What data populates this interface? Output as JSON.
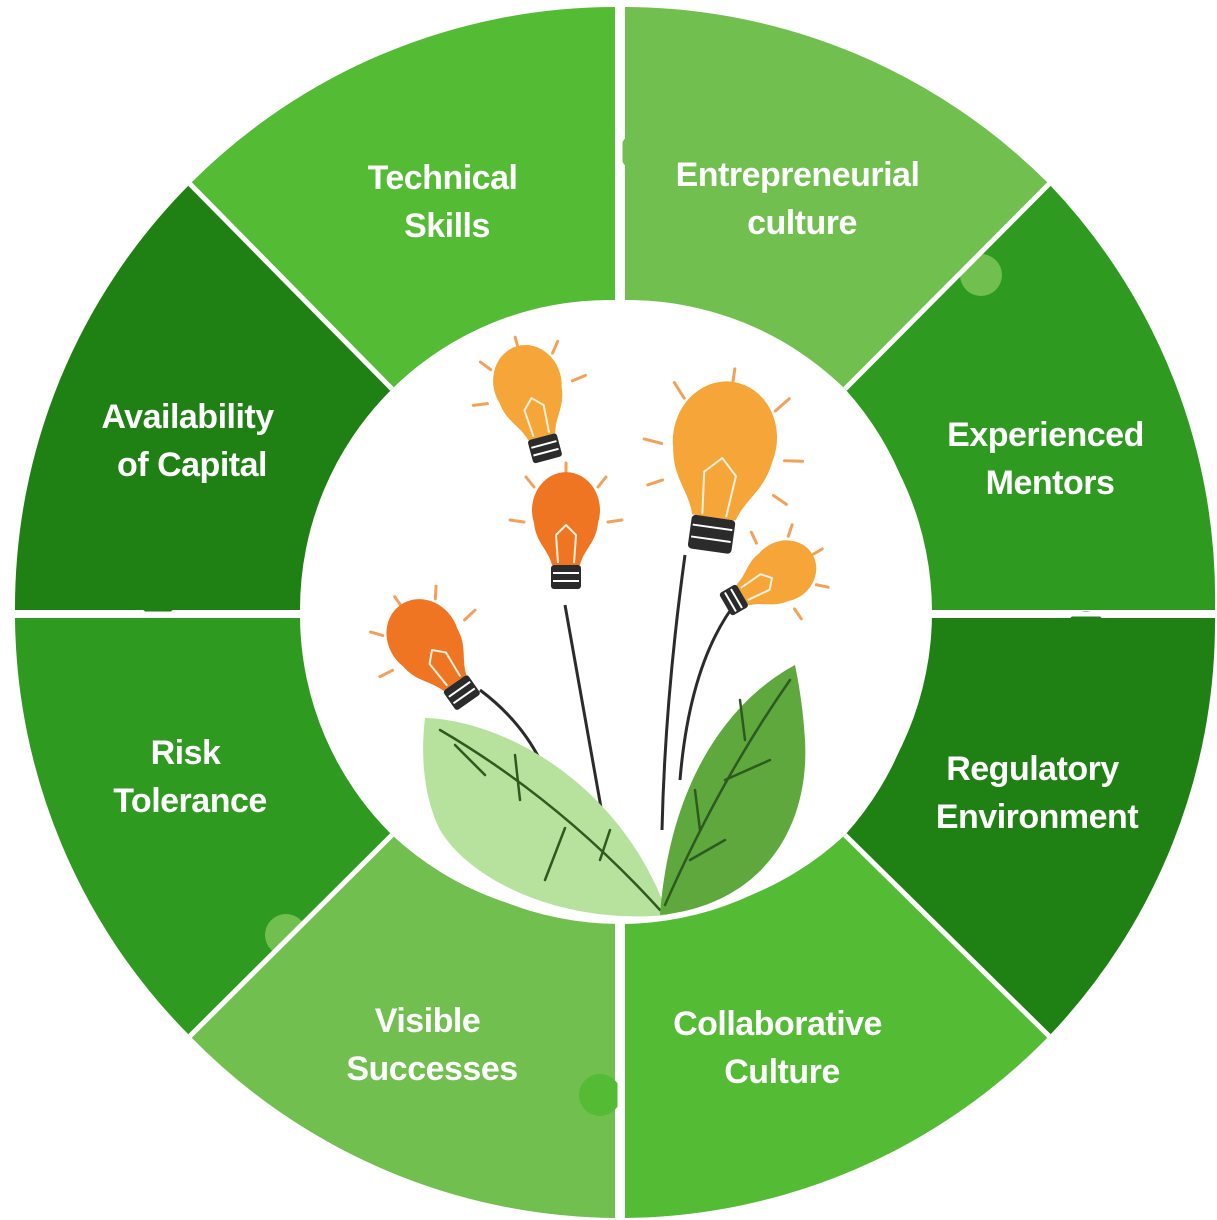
{
  "segments": [
    {
      "id": "technical-skills",
      "line1": "Technical",
      "line2": "Skills",
      "color": "#54bb35"
    },
    {
      "id": "entrepreneurial-culture",
      "line1": "Entrepreneurial",
      "line2": "culture",
      "color": "#70bf4f"
    },
    {
      "id": "experienced-mentors",
      "line1": "Experienced",
      "line2": "Mentors",
      "color": "#2e9a1f"
    },
    {
      "id": "regulatory-environment",
      "line1": "Regulatory",
      "line2": "Environment",
      "color": "#1f8013"
    },
    {
      "id": "collaborative-culture",
      "line1": "Collaborative",
      "line2": "Culture",
      "color": "#54bb35"
    },
    {
      "id": "visible-successes",
      "line1": "Visible",
      "line2": "Successes",
      "color": "#70bf4f"
    },
    {
      "id": "risk-tolerance",
      "line1": "Risk",
      "line2": "Tolerance",
      "color": "#2e9a1f"
    },
    {
      "id": "availability-of-capital",
      "line1": "Availability",
      "line2": "of Capital",
      "color": "#1f8013"
    }
  ],
  "colors": {
    "divider": "#ffffff",
    "center": "#ffffff",
    "bulb_light": "#f6a638",
    "bulb_dark": "#f07522",
    "leaf_light": "#b6e29e",
    "leaf_dark": "#5ea83e"
  },
  "illustration": {
    "icon": "lightbulbs-with-leaves-icon",
    "bulb_count": 5,
    "leaf_count": 2
  }
}
